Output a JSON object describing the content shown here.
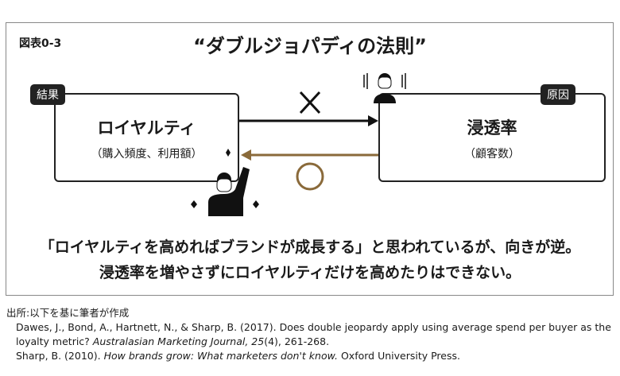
{
  "figure_label": "図表0-3",
  "title": "“ダブルジョパディの法則”",
  "left_box": {
    "tag": "結果",
    "title": "ロイヤルティ",
    "subtitle": "（購入頻度、利用額）"
  },
  "right_box": {
    "tag": "原因",
    "title": "浸透率",
    "subtitle": "（顧客数）"
  },
  "arrows": {
    "forward_mark": "×",
    "backward_mark": "○",
    "accent": "#8a6a3a"
  },
  "message": [
    "「ロイヤルティを高めればブランドが成長する」と思われているが、向きが逆。",
    "浸透率を増やさずにロイヤルティだけを高めたりはできない。"
  ],
  "source": {
    "heading": "出所:以下を基に筆者が作成",
    "ref1_a": "Dawes, J., Bond, A., Hartnett, N., & Sharp, B. (2017). Does double jeopardy apply using average spend per buyer as the loyalty metric? ",
    "ref1_journal": "Australasian Marketing Journal, 25",
    "ref1_b": "(4), 261-268.",
    "ref2_a": "Sharp, B. (2010). ",
    "ref2_title": "How brands grow: What marketers don't know.",
    "ref2_b": " Oxford University Press."
  }
}
